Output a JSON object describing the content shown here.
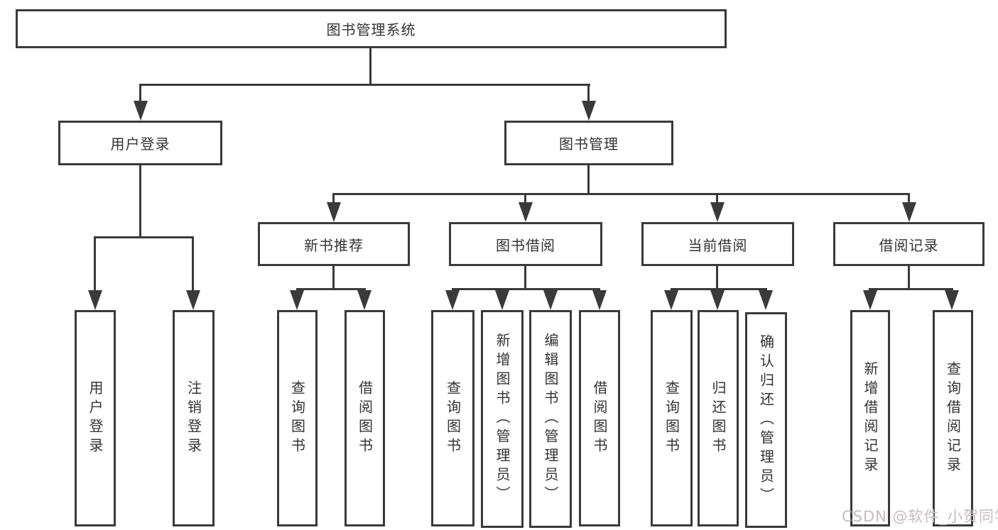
{
  "diagram": {
    "title": "图书管理系统",
    "colors": {
      "background": "#ffffff",
      "line": "#3a3a3a",
      "text": "#333333",
      "watermark": "#c6bbc1"
    },
    "level2": {
      "user_login": "用户登录",
      "book_mgmt": "图书管理"
    },
    "level3": {
      "new_books": "新书推荐",
      "book_borrow": "图书借阅",
      "current_borrow": "当前借阅",
      "borrow_records": "借阅记录"
    },
    "leaves": {
      "user_login_a": "用户登录",
      "user_login_b": "注销登录",
      "new_books_a": "查询图书",
      "new_books_b": "借阅图书",
      "book_borrow_a": "查询图书",
      "book_borrow_b": "新增图书（管理员）",
      "book_borrow_c": "编辑图书（管理员）",
      "book_borrow_d": "借阅图书",
      "current_borrow_a": "查询图书",
      "current_borrow_b": "归还图书",
      "current_borrow_c": "确认归还（管理员）",
      "borrow_records_a": "新增借阅记录",
      "borrow_records_b": "查询借阅记录"
    },
    "watermark": "CSDN @软件_小贺同学"
  }
}
